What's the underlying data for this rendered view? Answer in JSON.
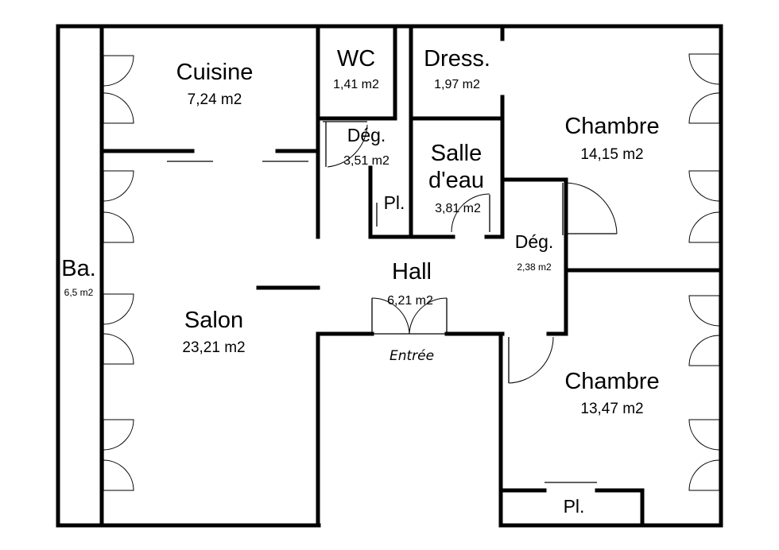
{
  "rooms": {
    "cuisine": {
      "name": "Cuisine",
      "area": "7,24 m2"
    },
    "wc": {
      "name": "WC",
      "area": "1,41 m2"
    },
    "dressing": {
      "name": "Dress.",
      "area": "1,97 m2"
    },
    "chambre1": {
      "name": "Chambre",
      "area": "14,15 m2"
    },
    "degagement1": {
      "name": "Dég.",
      "area": "3,51 m2"
    },
    "salle_eau": {
      "name_line1": "Salle",
      "name_line2": "d'eau",
      "area": "3,81 m2"
    },
    "placard1": {
      "name": "Pl."
    },
    "degagement2": {
      "name": "Dég.",
      "area": "2,38 m2"
    },
    "balcon": {
      "name": "Ba.",
      "area": "6,5 m2"
    },
    "hall": {
      "name": "Hall",
      "area": "6,21 m2"
    },
    "salon": {
      "name": "Salon",
      "area": "23,21 m2"
    },
    "chambre2": {
      "name": "Chambre",
      "area": "13,47 m2"
    },
    "placard2": {
      "name": "Pl."
    }
  },
  "entrance_label": "Entrée"
}
